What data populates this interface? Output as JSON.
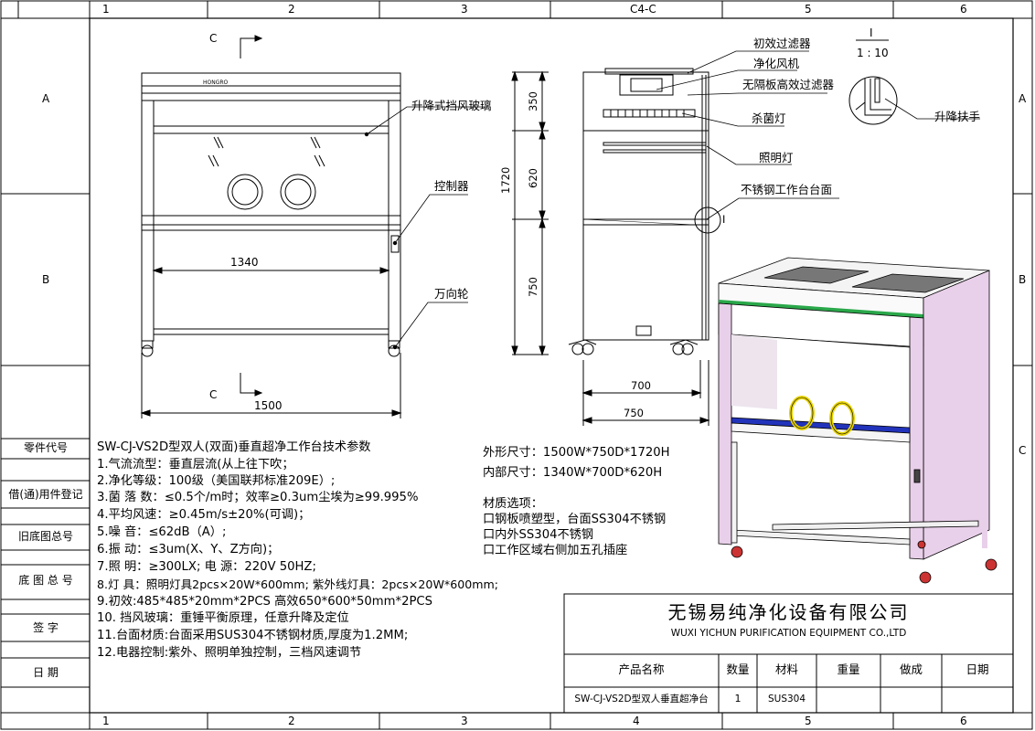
{
  "grid": {
    "cols_top": [
      "1",
      "2",
      "3",
      "C4-C",
      "5",
      "6"
    ],
    "cols_bottom": [
      "1",
      "2",
      "3",
      "4",
      "5",
      "6"
    ],
    "rows_left": [
      "A",
      "B",
      "C"
    ],
    "rows_right": [
      "A",
      "B",
      "C"
    ]
  },
  "front_view": {
    "section_top": "C",
    "section_bottom": "C",
    "logo": "HONGRO",
    "dim_inner_width": "1340",
    "dim_outer_width": "1500"
  },
  "side_view": {
    "dim_total_height": "1720",
    "dim_top": "350",
    "dim_mid": "620",
    "dim_bottom": "750",
    "dim_inner_depth": "700",
    "dim_outer_depth": "750",
    "detail_marker": "I"
  },
  "detail": {
    "title": "I",
    "scale": "1 : 10",
    "label": "升降扶手"
  },
  "labels": {
    "glass": "升降式挡风玻璃",
    "controller": "控制器",
    "caster": "万向轮",
    "primary_filter": "初效过滤器",
    "fan": "净化风机",
    "hepa": "无隔板高效过滤器",
    "uv_lamp": "杀菌灯",
    "light": "照明灯",
    "worktop": "不锈钢工作台台面"
  },
  "side_panel": [
    "零件代号",
    "借(通)用件登记",
    "旧底图总号",
    "底 图 总 号",
    "签   字",
    "日   期"
  ],
  "specs": {
    "title": "SW-CJ-VS2D型双人(双面)垂直超净工作台技术参数",
    "items": [
      "1.气流流型：垂直层流(从上往下吹；",
      "2.净化等级：100级（美国联邦标准209E）;",
      "3.菌 落 数：≤0.5个/m时；效率≥0.3um尘埃为≥99.995%",
      "4.平均风速：≥0.45m/s±20%(可调)；",
      "5.噪    音：≤62dB（A）;",
      "6.振    动：≤3um(X、Y、Z方向)；",
      "7.照    明：≥300LX;  电    源：220V 50HZ;",
      "8.灯    具：照明灯具2pcs×20W*600mm; 紫外线灯具：2pcs×20W*600mm;",
      "9.初效:485*485*20mm*2PCS 高效650*600*50mm*2PCS",
      "10. 挡风玻璃：重锤平衡原理，任意升降及定位",
      "11.台面材质:台面采用SUS304不锈钢材质,厚度为1.2MM;",
      "12.电器控制:紫外、照明单独控制，三档风速调节"
    ]
  },
  "dimensions": {
    "outer": "外形尺寸：1500W*750D*1720H",
    "inner": "内部尺寸：1340W*700D*620H"
  },
  "materials": {
    "title": "材质选项：",
    "options": [
      "口钢板喷塑型，台面SS304不锈钢",
      "口内外SS304不锈钢",
      "口工作区域右侧加五孔插座"
    ]
  },
  "title_block": {
    "company_cn": "无锡易纯净化设备有限公司",
    "company_en": "WUXI YICHUN PURIFICATION EQUIPMENT CO.,LTD",
    "headers": [
      "产品名称",
      "数量",
      "材料",
      "重量",
      "做成",
      "日期"
    ],
    "product": "SW-CJ-VS2D型双人垂直超净台",
    "qty": "1",
    "material": "SUS304"
  },
  "colors": {
    "green_band": "#2aa84a",
    "blue_band": "#2233bb",
    "panel_pink": "#e9d0ea",
    "ring_yellow": "#e8d400"
  }
}
